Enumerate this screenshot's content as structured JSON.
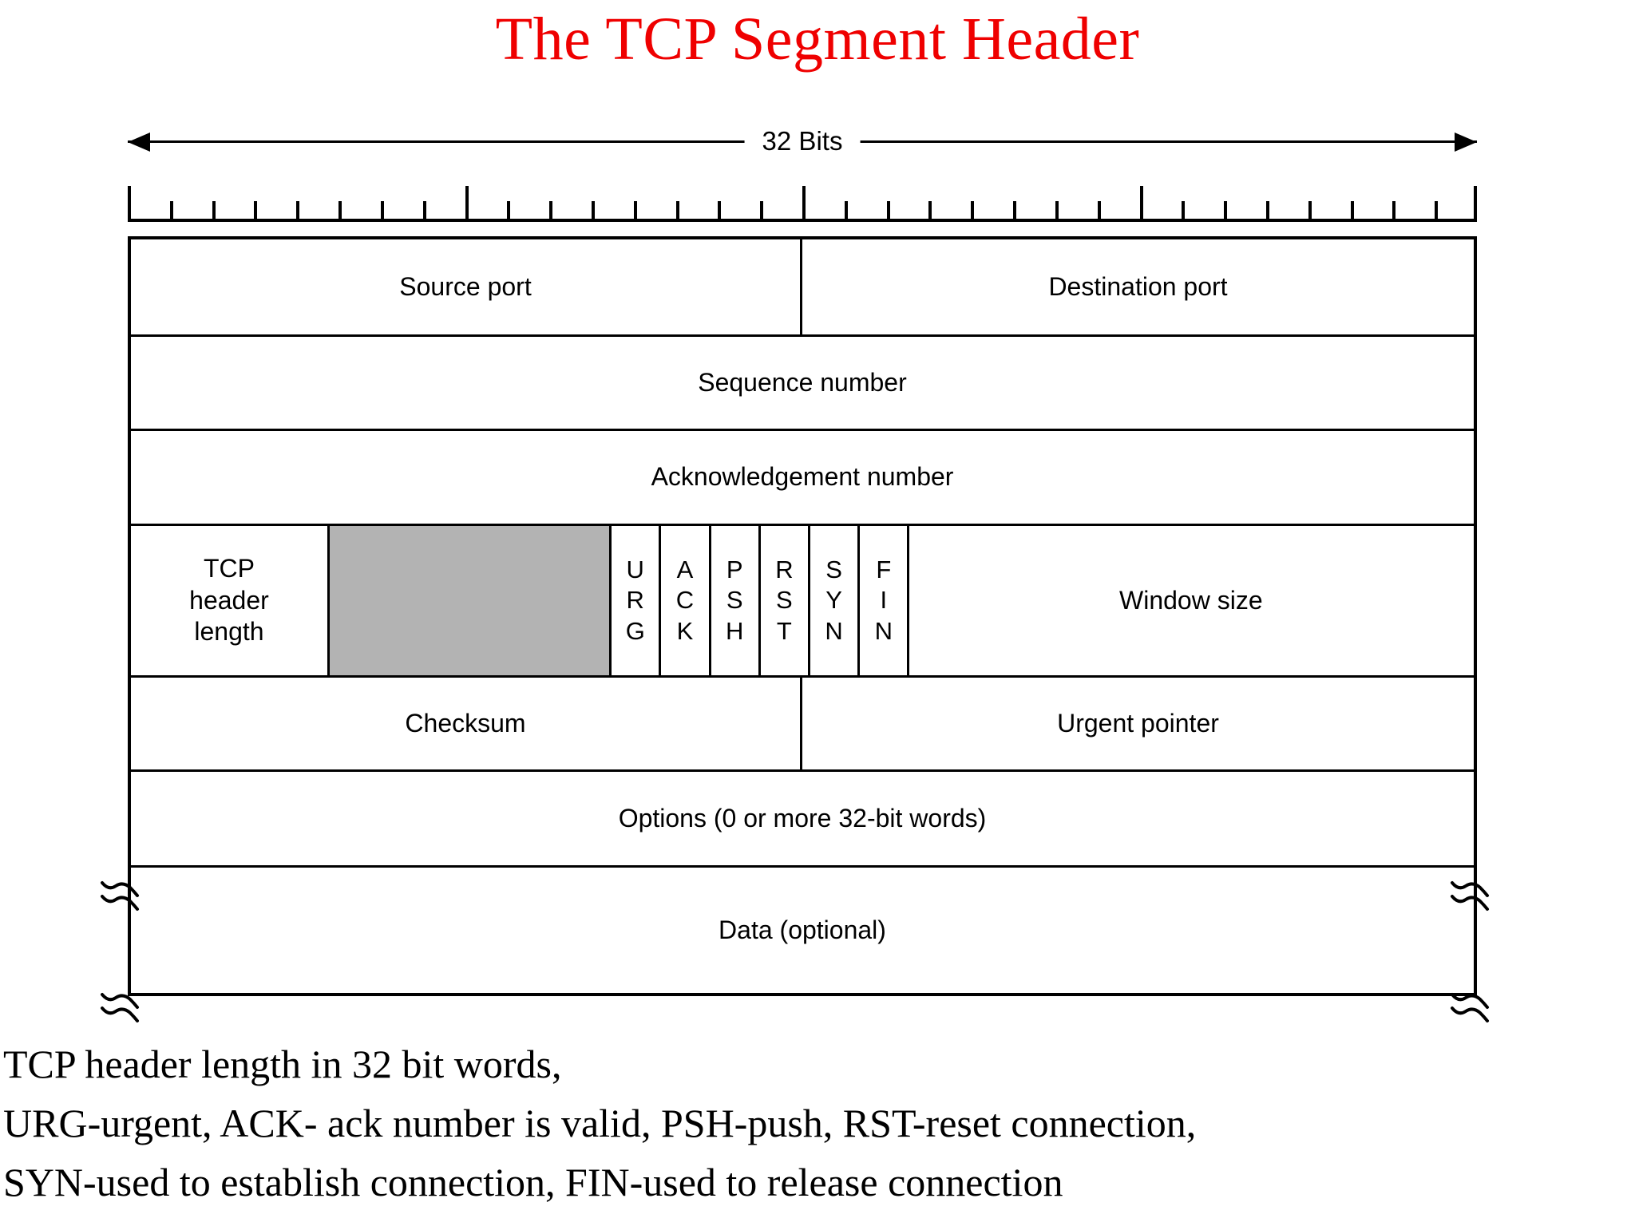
{
  "title": "The TCP Segment Header",
  "title_color": "#ef0000",
  "diagram": {
    "width_label": "32 Bits",
    "ruler": {
      "total_ticks": 32,
      "major_every": 8
    },
    "rows": [
      {
        "name": "ports",
        "cells": [
          {
            "label": "Source port"
          },
          {
            "label": "Destination port"
          }
        ]
      },
      {
        "name": "sequence",
        "cells": [
          {
            "label": "Sequence number"
          }
        ]
      },
      {
        "name": "acknowledgement",
        "cells": [
          {
            "label": "Acknowledgement number"
          }
        ]
      },
      {
        "name": "flags",
        "cells": [
          {
            "label": "TCP\nheader\nlength"
          },
          {
            "label": "",
            "fill": "#b3b3b3"
          },
          {
            "label": "URG"
          },
          {
            "label": "ACK"
          },
          {
            "label": "PSH"
          },
          {
            "label": "RST"
          },
          {
            "label": "SYN"
          },
          {
            "label": "FIN"
          },
          {
            "label": "Window size"
          }
        ]
      },
      {
        "name": "checksum",
        "cells": [
          {
            "label": "Checksum"
          },
          {
            "label": "Urgent pointer"
          }
        ]
      },
      {
        "name": "options",
        "cells": [
          {
            "label": "Options (0 or more 32-bit words)"
          }
        ]
      },
      {
        "name": "data",
        "cells": [
          {
            "label": "Data (optional)"
          }
        ]
      }
    ],
    "flags": {
      "urg": [
        "U",
        "R",
        "G"
      ],
      "ack": [
        "A",
        "C",
        "K"
      ],
      "psh": [
        "P",
        "S",
        "H"
      ],
      "rst": [
        "R",
        "S",
        "T"
      ],
      "syn": [
        "S",
        "Y",
        "N"
      ],
      "fin": [
        "F",
        "I",
        "N"
      ]
    },
    "header_length_lines": [
      "TCP",
      "header",
      "length"
    ]
  },
  "notes": {
    "line1": "TCP header length in 32 bit words,",
    "line2": "URG-urgent, ACK- ack number is valid, PSH-push, RST-reset connection,",
    "line3": "SYN-used to establish connection, FIN-used to release connection"
  }
}
